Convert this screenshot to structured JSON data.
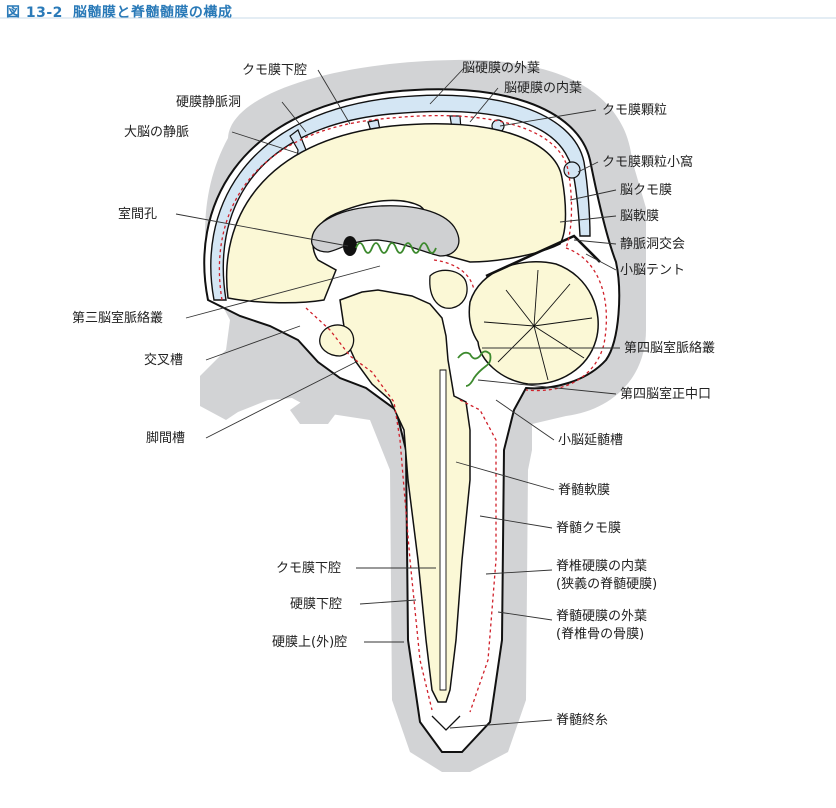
{
  "figure": {
    "number": "図 13-2",
    "title": "脳髄膜と脊髄髄膜の構成"
  },
  "colors": {
    "title": "#2a7ab8",
    "shadow": "#d2d3d5",
    "dura_space": "#d4e6f4",
    "neural_tissue": "#fbf8d6",
    "pia_line": "#d0202a",
    "choroid_plexus": "#3d8a2e"
  },
  "labels": {
    "kumomaku_kakuu_top": "クモ膜下腔",
    "noukoumaku_gaiyou": "脳硬膜の外葉",
    "noukoumaku_naiyou": "脳硬膜の内葉",
    "koumaku_jouminakudou": "硬膜静脈洞",
    "kumomaku_kaparyuu": "クモ膜顆粒",
    "dainou_joumyaku": "大脳の静脈",
    "kumomaku_kaparyuu_shouka": "クモ膜顆粒小窩",
    "nou_kumomaku": "脳クモ膜",
    "nou_nanmaku": "脳軟膜",
    "shitsukankou": "室間孔",
    "joumyakudou_koukai": "静脈洞交会",
    "shounou_tento": "小脳テント",
    "daisan_nouhitsu": "第三脳室脈絡叢",
    "kousasou": "交叉槽",
    "daiyon_nouhitsu": "第四脳室脈絡叢",
    "daiyon_seichuukou": "第四脳室正中口",
    "kyakukansou": "脚間槽",
    "shounou_enzuisou": "小脳延髄槽",
    "sekizui_nanmaku": "脊髄軟膜",
    "sekizui_kumomaku": "脊髄クモ膜",
    "sekitsui_koumaku_naiyou_1": "脊椎硬膜の内葉",
    "sekitsui_koumaku_naiyou_2": "(狭義の脊髄硬膜)",
    "kumomaku_kakuu_bottom": "クモ膜下腔",
    "koumaku_kakuu": "硬膜下腔",
    "sekizui_koumaku_gaiyou_1": "脊髄硬膜の外葉",
    "sekizui_koumaku_gaiyou_2": "(脊椎骨の骨膜)",
    "koumaku_joukuu": "硬膜上(外)腔",
    "sekizui_shuushi": "脊髄終糸"
  }
}
